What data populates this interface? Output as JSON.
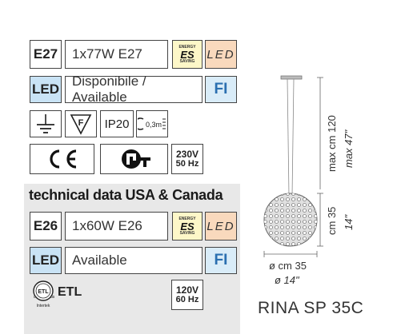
{
  "specs": {
    "socket": "E27",
    "bulb": "1x77W E27",
    "energy_saving": {
      "top": "ENERGY",
      "mark": "ES",
      "bottom": "SAVING"
    },
    "led_badge": "LED",
    "led_label": "LED",
    "availability": "Disponibile / Available",
    "finish": "FI",
    "protection": "IP20",
    "distance": "0,3m",
    "voltage": "230V",
    "frequency": "50 Hz"
  },
  "usa": {
    "title": "technical data USA & Canada",
    "socket": "E26",
    "bulb": "1x60W E26",
    "energy_saving": {
      "top": "ENERGY",
      "mark": "ES",
      "bottom": "SAVING"
    },
    "led_badge": "LED",
    "led_label": "LED",
    "availability": "Available",
    "finish": "FI",
    "etl": "ETL",
    "etl_sub": "Intertek",
    "voltage": "120V",
    "frequency": "60 Hz"
  },
  "dimensions": {
    "max_cm": "max cm 120",
    "max_in": "max 47\"",
    "height_cm": "cm 35",
    "height_in": "14\"",
    "diam_cm": "ø cm 35",
    "diam_in": "ø 14\""
  },
  "model": "RINA SP 35C",
  "icons": [
    "ground-icon",
    "flammable-surface-icon",
    "min-distance-icon",
    "ce-mark-icon",
    "gost-r-icon",
    "etl-listed-icon",
    "pendant-lamp-drawing"
  ]
}
